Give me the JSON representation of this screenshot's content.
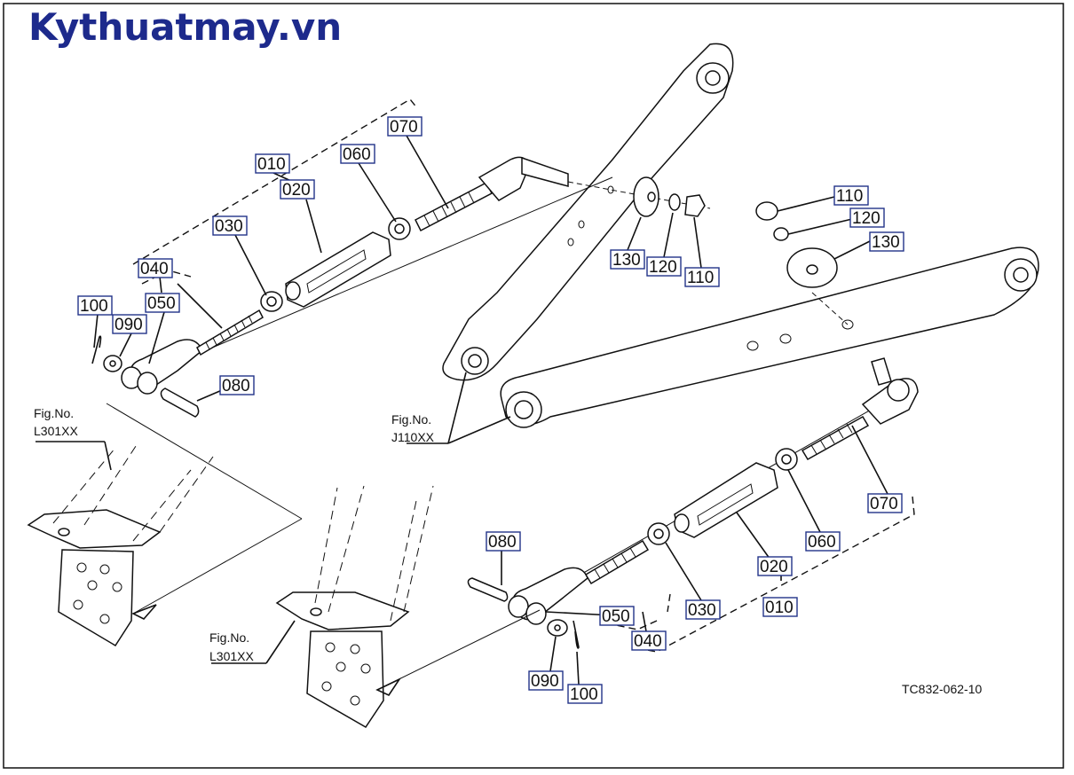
{
  "brand": {
    "text": "Kythuatmay.vn",
    "color": "#1d2a8c"
  },
  "footer": {
    "code": "TC832-062-10"
  },
  "figure_refs": {
    "fig_no": "Fig.No.",
    "upper_left": "L301XX",
    "lower_mid": "L301XX",
    "lift_arm": "J110XX"
  },
  "callouts": {
    "left": {
      "c010": "010",
      "c020": "020",
      "c030": "030",
      "c040": "040",
      "c050": "050",
      "c060": "060",
      "c070": "070",
      "c080": "080",
      "c090": "090",
      "c100": "100",
      "c110": "110",
      "c120": "120",
      "c130": "130"
    },
    "right": {
      "c010": "010",
      "c020": "020",
      "c030": "030",
      "c040": "040",
      "c050": "050",
      "c060": "060",
      "c070": "070",
      "c080": "080",
      "c090": "090",
      "c100": "100",
      "c110": "110",
      "c120": "120",
      "c130": "130"
    }
  }
}
